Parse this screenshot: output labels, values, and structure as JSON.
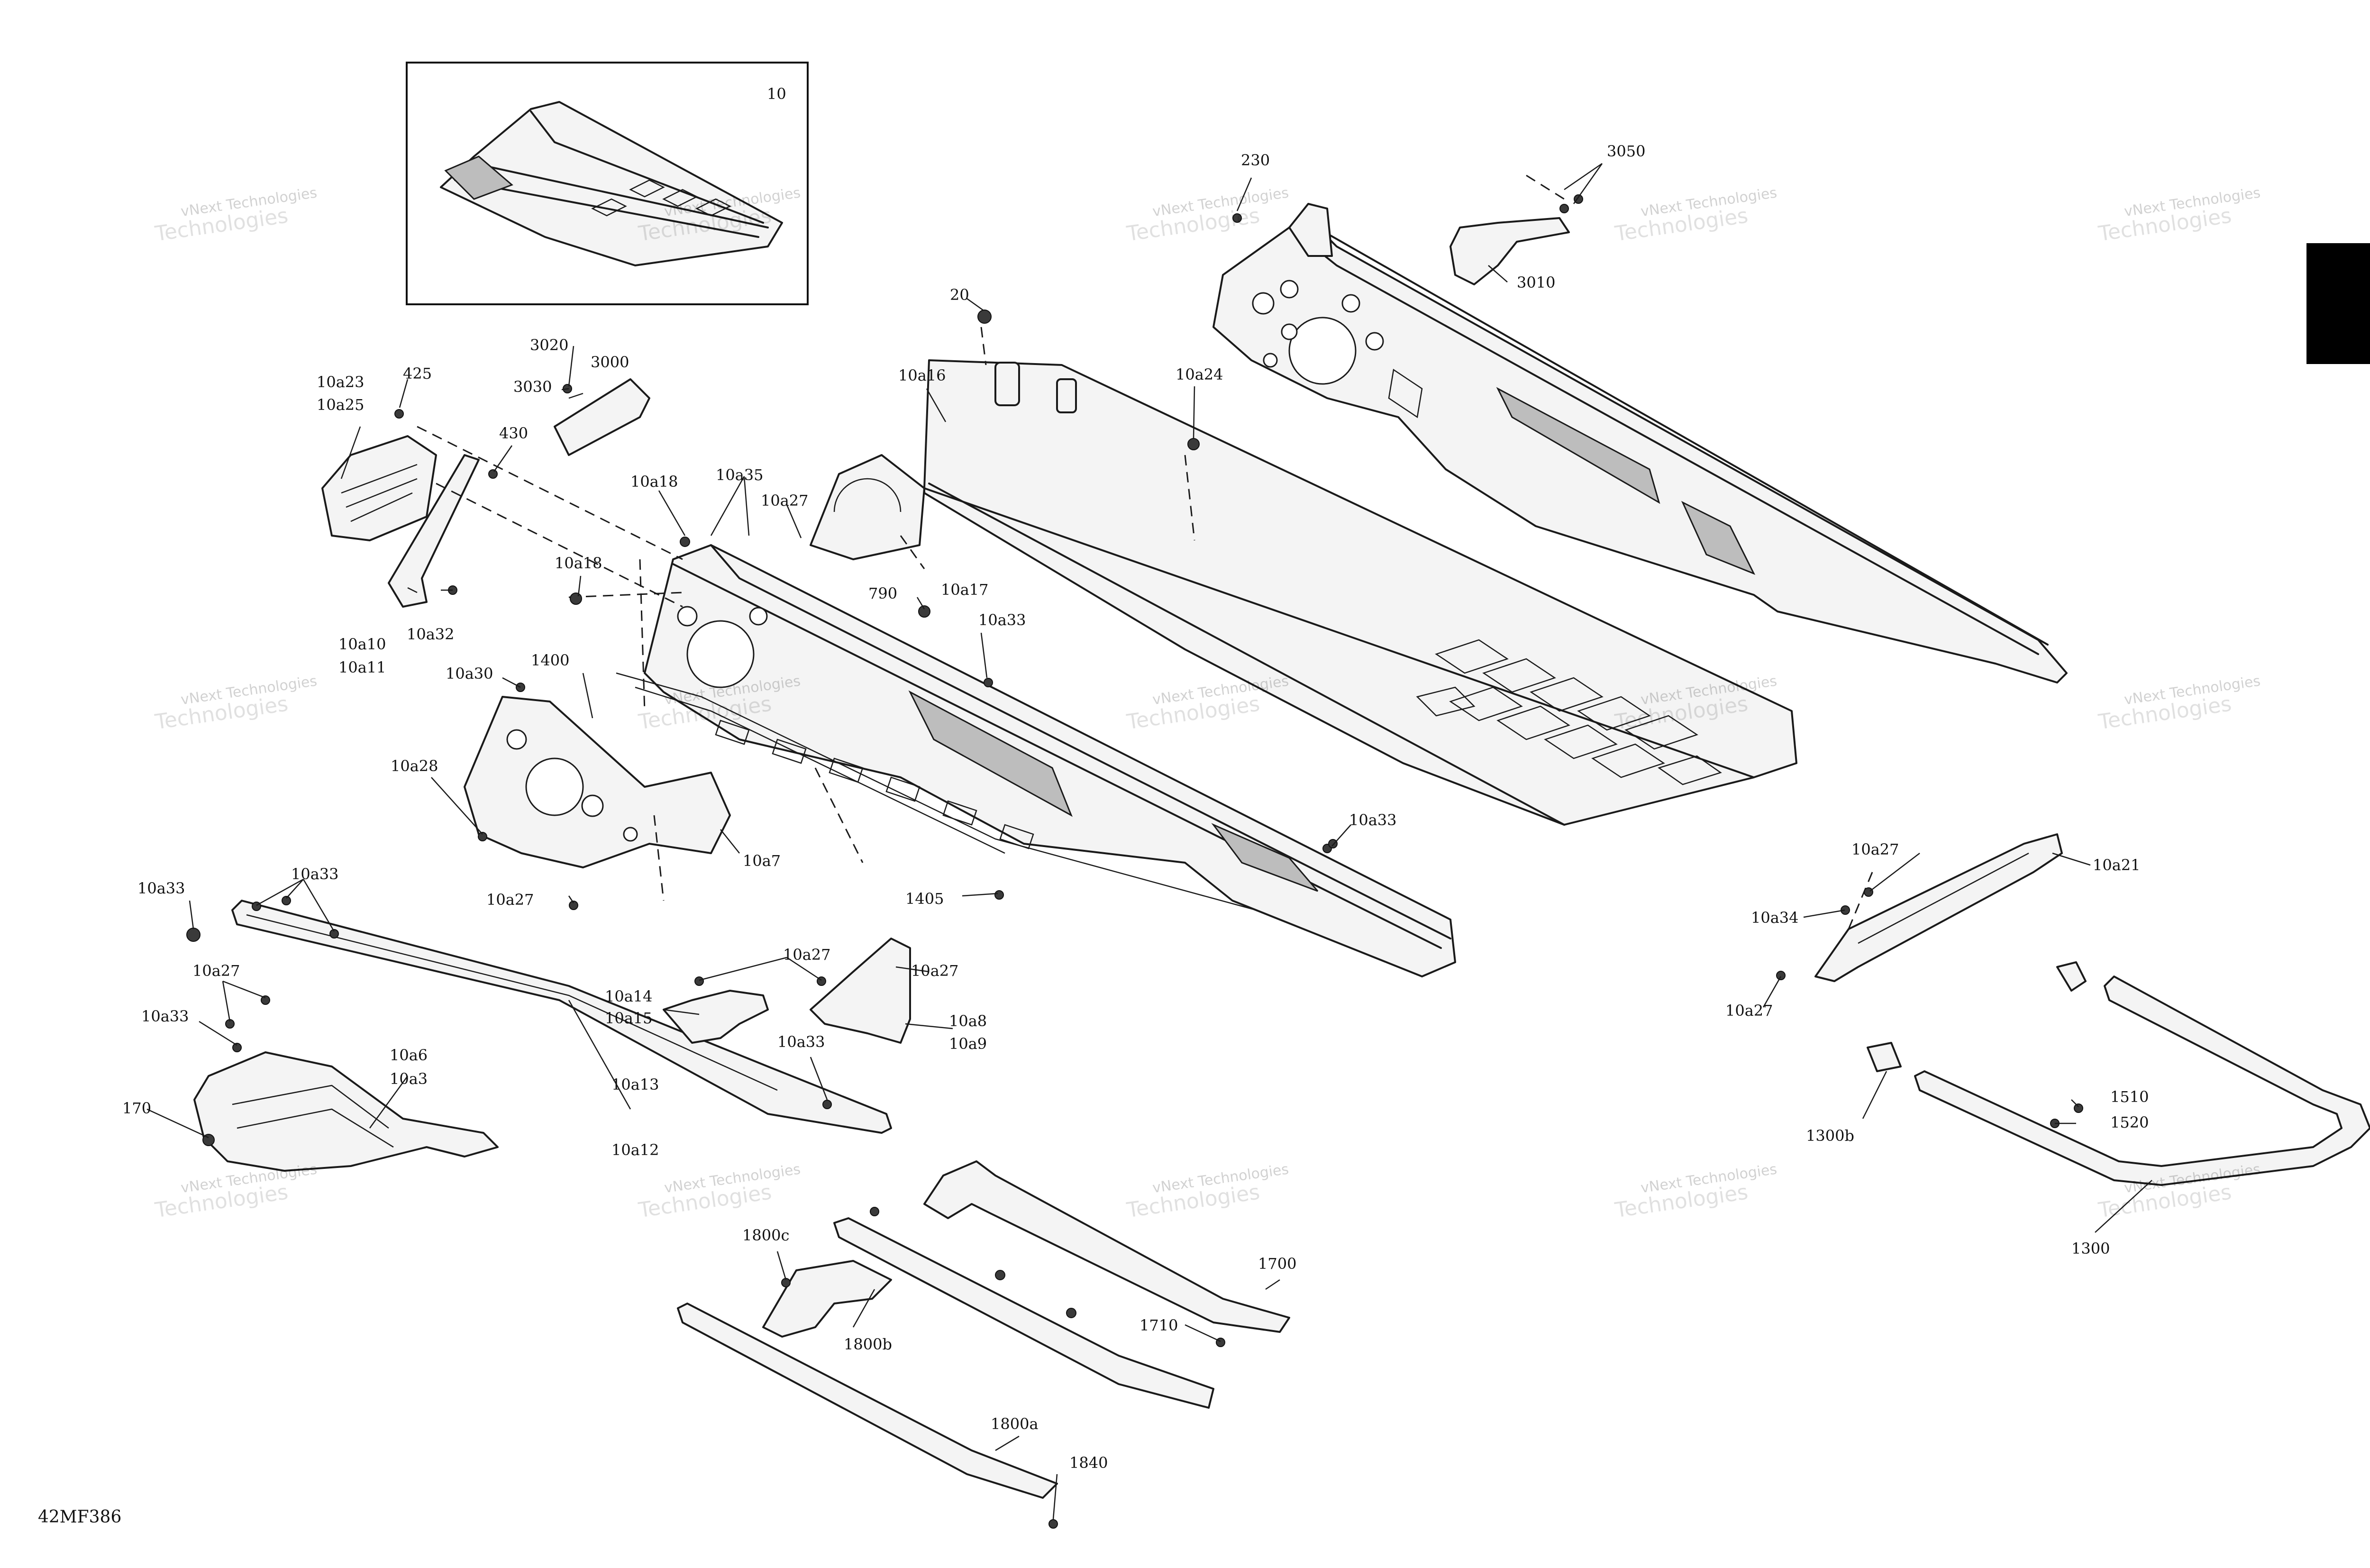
{
  "diagram_code": "42MF386",
  "inset_label": "10",
  "watermark": {
    "line1": "vNext Technologies",
    "line2": "Technologies"
  },
  "callouts": [
    {
      "id": "c-10",
      "text": "10"
    },
    {
      "id": "c-230",
      "text": "230"
    },
    {
      "id": "c-3050",
      "text": "3050"
    },
    {
      "id": "c-3010",
      "text": "3010"
    },
    {
      "id": "c-20",
      "text": "20"
    },
    {
      "id": "c-10a16",
      "text": "10a16"
    },
    {
      "id": "c-10a24",
      "text": "10a24"
    },
    {
      "id": "c-3020",
      "text": "3020"
    },
    {
      "id": "c-3000",
      "text": "3000"
    },
    {
      "id": "c-3030",
      "text": "3030"
    },
    {
      "id": "c-10a23",
      "text": "10a23"
    },
    {
      "id": "c-10a25",
      "text": "10a25"
    },
    {
      "id": "c-425",
      "text": "425"
    },
    {
      "id": "c-430",
      "text": "430"
    },
    {
      "id": "c-10a18-top",
      "text": "10a18"
    },
    {
      "id": "c-10a35",
      "text": "10a35"
    },
    {
      "id": "c-10a27-top",
      "text": "10a27"
    },
    {
      "id": "c-10a18-mid",
      "text": "10a18"
    },
    {
      "id": "c-790",
      "text": "790"
    },
    {
      "id": "c-10a17",
      "text": "10a17"
    },
    {
      "id": "c-10a33-top",
      "text": "10a33"
    },
    {
      "id": "c-10a10",
      "text": "10a10"
    },
    {
      "id": "c-10a11",
      "text": "10a11"
    },
    {
      "id": "c-10a32",
      "text": "10a32"
    },
    {
      "id": "c-10a30",
      "text": "10a30"
    },
    {
      "id": "c-1400",
      "text": "1400"
    },
    {
      "id": "c-10a28",
      "text": "10a28"
    },
    {
      "id": "c-10a7",
      "text": "10a7"
    },
    {
      "id": "c-10a27-mid",
      "text": "10a27"
    },
    {
      "id": "c-1405",
      "text": "1405"
    },
    {
      "id": "c-10a33-right",
      "text": "10a33"
    },
    {
      "id": "c-10a27-r1",
      "text": "10a27"
    },
    {
      "id": "c-10a21",
      "text": "10a21"
    },
    {
      "id": "c-10a34",
      "text": "10a34"
    },
    {
      "id": "c-10a27-r2",
      "text": "10a27"
    },
    {
      "id": "c-10a33-left",
      "text": "10a33"
    },
    {
      "id": "c-10a33-rail",
      "text": "10a33"
    },
    {
      "id": "c-10a27-left",
      "text": "10a27"
    },
    {
      "id": "c-10a33-left2",
      "text": "10a33"
    },
    {
      "id": "c-10a6",
      "text": "10a6"
    },
    {
      "id": "c-10a3",
      "text": "10a3"
    },
    {
      "id": "c-170",
      "text": "170"
    },
    {
      "id": "c-10a14",
      "text": "10a14"
    },
    {
      "id": "c-10a15",
      "text": "10a15"
    },
    {
      "id": "c-10a27-b1",
      "text": "10a27"
    },
    {
      "id": "c-10a27-b2",
      "text": "10a27"
    },
    {
      "id": "c-10a8",
      "text": "10a8"
    },
    {
      "id": "c-10a9",
      "text": "10a9"
    },
    {
      "id": "c-10a33-b",
      "text": "10a33"
    },
    {
      "id": "c-10a13",
      "text": "10a13"
    },
    {
      "id": "c-10a12",
      "text": "10a12"
    },
    {
      "id": "c-1510",
      "text": "1510"
    },
    {
      "id": "c-1520",
      "text": "1520"
    },
    {
      "id": "c-1300b",
      "text": "1300b"
    },
    {
      "id": "c-1300",
      "text": "1300"
    },
    {
      "id": "c-1800c",
      "text": "1800c"
    },
    {
      "id": "c-1800b",
      "text": "1800b"
    },
    {
      "id": "c-1700",
      "text": "1700"
    },
    {
      "id": "c-1710",
      "text": "1710"
    },
    {
      "id": "c-1800a",
      "text": "1800a"
    },
    {
      "id": "c-1840",
      "text": "1840"
    }
  ]
}
